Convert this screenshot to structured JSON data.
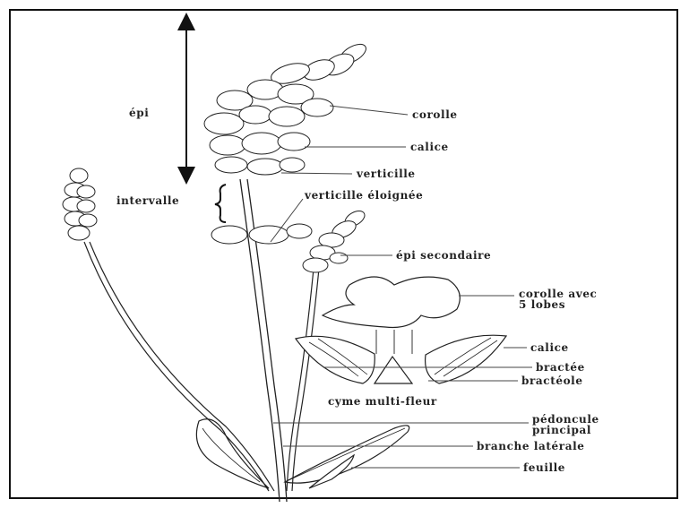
{
  "labels": {
    "epi": "épi",
    "corolle": "corolle",
    "calice_top": "calice",
    "verticille": "verticille",
    "intervalle": "intervalle",
    "verticille_eloignee": "verticille éloignée",
    "epi_secondaire": "épi secondaire",
    "corolle_avec_line1": "corolle avec",
    "corolle_avec_line2": "5 lobes",
    "calice_flower": "calice",
    "bractee": "bractée",
    "bracteole": "bractéole",
    "cyme": "cyme multi-fleur",
    "pedoncule_line1": "pédoncule",
    "pedoncule_line2": "principal",
    "branche_laterale": "branche latérale",
    "feuille": "feuille"
  },
  "colors": {
    "ink": "#222222",
    "frame": "#111111",
    "background": "#ffffff"
  }
}
